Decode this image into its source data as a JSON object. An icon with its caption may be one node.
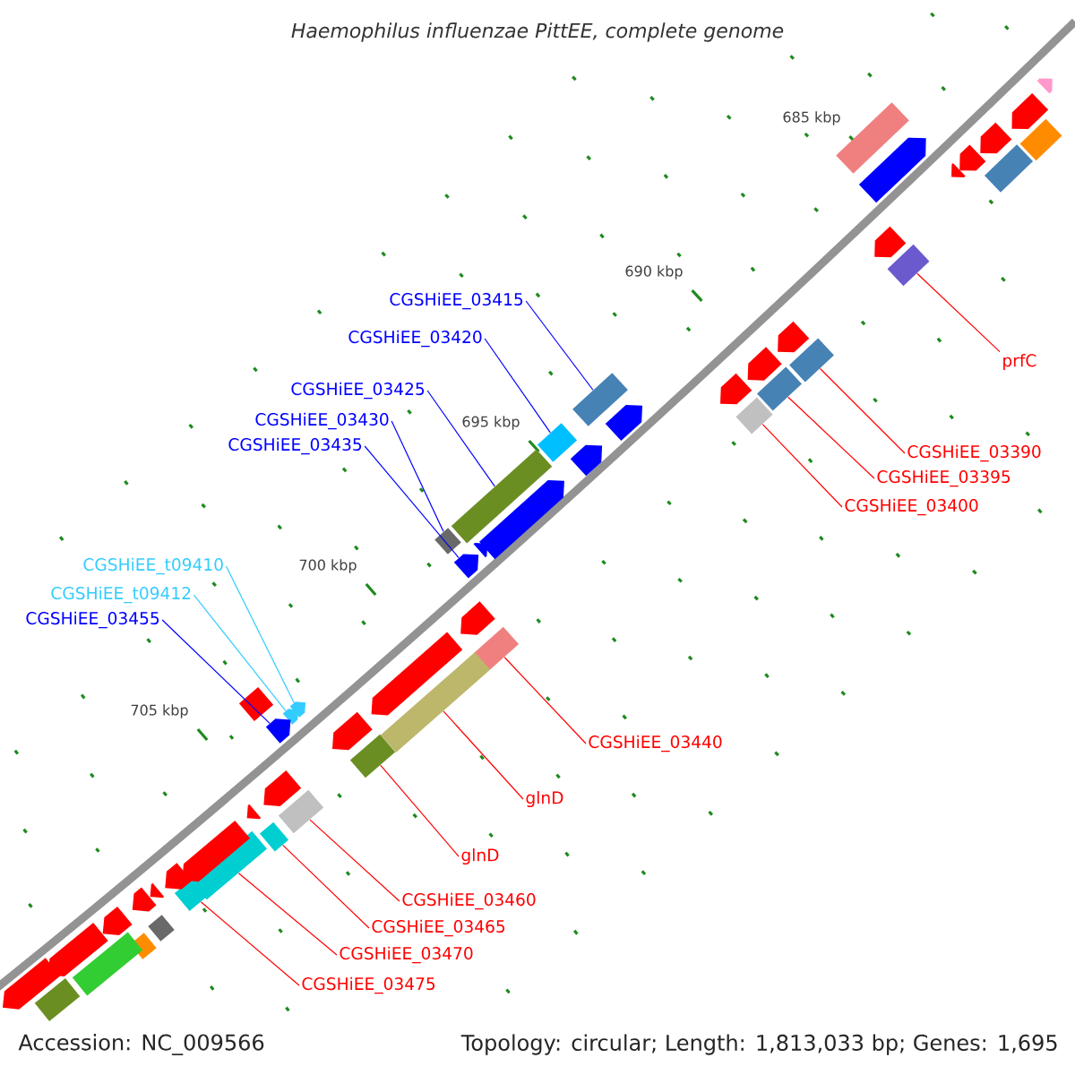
{
  "diagram": {
    "title": "Haemophilus influenzae PittEE, complete genome",
    "nodes": [
      {
        "text": [
          "CGSHiEE_03415"
        ]
      },
      {
        "text": [
          "CGSHiEE_03420"
        ]
      },
      {
        "text": [
          "prfC"
        ]
      },
      {
        "text": [
          "CGSHiEE_03425"
        ]
      },
      {
        "text": [
          "CGSHiEE_03430"
        ]
      },
      {
        "text": [
          "CGSHiEE_03435"
        ]
      },
      {
        "text": [
          "CGSHiEE_03390"
        ]
      },
      {
        "text": [
          "CGSHiEE_03395"
        ]
      },
      {
        "text": [
          "CGSHiEE_03400"
        ]
      },
      {
        "text": [
          "CGSHiEE_t09410"
        ]
      },
      {
        "text": [
          "CGSHiEE_t09412"
        ]
      },
      {
        "text": [
          "CGSHiEE_03455"
        ]
      },
      {
        "text": [
          "CGSHiEE_03440"
        ]
      },
      {
        "text": [
          "glnD"
        ]
      },
      {
        "text": [
          "glnD"
        ]
      },
      {
        "text": [
          "CGSHiEE_03460"
        ]
      },
      {
        "text": [
          "CGSHiEE_03465"
        ]
      },
      {
        "text": [
          "CGSHiEE_03470"
        ]
      },
      {
        "text": [
          "CGSHiEE_03475"
        ]
      },
      {
        "text": [],
        "shape": "bar"
      },
      {
        "text": [],
        "shape": "bar"
      },
      {
        "text": [],
        "shape": "bar"
      },
      {
        "text": [],
        "shape": "bar"
      },
      {
        "text": [],
        "shape": "bar"
      },
      {
        "text": [],
        "shape": "arrow"
      },
      {
        "text": [],
        "shape": "bar"
      },
      {
        "text": [],
        "shape": "bar"
      },
      {
        "text": [],
        "shape": "bar"
      },
      {
        "text": [],
        "shape": "arrow"
      },
      {
        "text": [],
        "shape": "arrow"
      },
      {
        "text": [],
        "shape": "arrow"
      },
      {
        "text": [],
        "shape": "bar"
      },
      {
        "text": [],
        "shape": "bar"
      },
      {
        "text": [],
        "shape": "bar"
      },
      {
        "text": [],
        "shape": "bar"
      },
      {
        "text": [],
        "shape": "bar"
      },
      {
        "text": [],
        "shape": "bar"
      },
      {
        "text": [],
        "shape": "bar"
      },
      {
        "text": [],
        "shape": "arrow"
      },
      {
        "text": [],
        "shape": "arrow"
      },
      {
        "text": [],
        "shape": "bar"
      },
      {
        "text": [],
        "shape": "arrow"
      },
      {
        "text": [],
        "shape": "bar"
      },
      {
        "text": [],
        "shape": "arrow"
      },
      {
        "text": [],
        "shape": "bar"
      },
      {
        "text": [],
        "shape": "arrow"
      },
      {
        "text": [],
        "shape": "arrow"
      },
      {
        "text": [],
        "shape": "arrow"
      },
      {
        "text": [],
        "shape": "arrow"
      },
      {
        "text": [],
        "shape": "arrow"
      },
      {
        "text": [],
        "shape": "arrow"
      },
      {
        "text": [],
        "shape": "arrow"
      },
      {
        "text": [],
        "shape": "arrow"
      },
      {
        "text": [],
        "shape": "arrow"
      },
      {
        "text": [],
        "shape": "arrow"
      },
      {
        "text": [],
        "shape": "arrow"
      },
      {
        "text": [],
        "shape": "arrow"
      },
      {
        "text": [],
        "shape": "bar"
      },
      {
        "text": [],
        "shape": "arrow"
      },
      {
        "text": [],
        "shape": "arrow"
      },
      {
        "text": [],
        "shape": "arrow"
      },
      {
        "text": [],
        "shape": "arrow"
      },
      {
        "text": [],
        "shape": "arrow"
      },
      {
        "text": [],
        "shape": "arrow"
      },
      {
        "text": [],
        "shape": "arrow"
      },
      {
        "text": [],
        "shape": "arrow"
      },
      {
        "text": [],
        "shape": "bar"
      },
      {
        "text": [],
        "shape": "bar"
      },
      {
        "text": [],
        "shape": "arrow"
      },
      {
        "text": [],
        "shape": "bar"
      },
      {
        "text": [],
        "shape": "arrow"
      },
      {
        "text": [],
        "shape": "bar"
      }
    ],
    "edges": [
      {
        "from": 0,
        "to": 19,
        "arrow": "none",
        "color": "#0000ff"
      },
      {
        "from": 1,
        "to": 20,
        "arrow": "none",
        "color": "#0000ff"
      },
      {
        "from": 2,
        "to": 21,
        "arrow": "none"
      },
      {
        "from": 3,
        "to": 22,
        "arrow": "none",
        "color": "#0000ff"
      },
      {
        "from": 4,
        "to": 23,
        "arrow": "none",
        "color": "#0000ff"
      },
      {
        "from": 5,
        "to": 24,
        "arrow": "none",
        "color": "#0000ff"
      },
      {
        "from": 6,
        "to": 25,
        "arrow": "none"
      },
      {
        "from": 7,
        "to": 26,
        "arrow": "none"
      },
      {
        "from": 8,
        "to": 27,
        "arrow": "none"
      },
      {
        "from": 9,
        "to": 28,
        "arrow": "none",
        "color": "#33ccff"
      },
      {
        "from": 10,
        "to": 29,
        "arrow": "none",
        "color": "#33ccff"
      },
      {
        "from": 11,
        "to": 30,
        "arrow": "none",
        "color": "#0000ff"
      },
      {
        "from": 12,
        "to": 31,
        "arrow": "none"
      },
      {
        "from": 13,
        "to": 32,
        "arrow": "none"
      },
      {
        "from": 14,
        "to": 33,
        "arrow": "none"
      },
      {
        "from": 15,
        "to": 34,
        "arrow": "none"
      },
      {
        "from": 16,
        "to": 35,
        "arrow": "none"
      },
      {
        "from": 17,
        "to": 36,
        "arrow": "none"
      },
      {
        "from": 18,
        "to": 37,
        "arrow": "none"
      }
    ],
    "labels": [
      "685 kbp",
      "690 kbp",
      "695 kbp",
      "700 kbp",
      "705 kbp",
      "Accession: NC_009566",
      "Topology: circular; Length: 1,813,033 bp; Genes: 1,695"
    ]
  }
}
